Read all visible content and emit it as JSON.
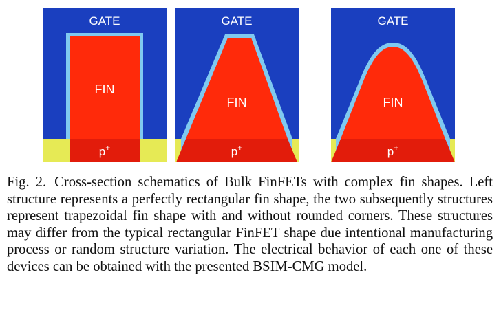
{
  "figure": {
    "panels": [
      {
        "gate_label": "GATE",
        "fin_label": "FIN",
        "substrate_label": "p",
        "substrate_sup": "+"
      },
      {
        "gate_label": "GATE",
        "fin_label": "FIN",
        "substrate_label": "p",
        "substrate_sup": "+"
      },
      {
        "gate_label": "GATE",
        "fin_label": "FIN",
        "substrate_label": "p",
        "substrate_sup": "+"
      }
    ],
    "colors": {
      "gate": "#1a3fbf",
      "fin": "#ff2a0a",
      "fin_lower": "#e21c0b",
      "liner": "#7fc9f0",
      "substrate": "#e6ea55"
    }
  },
  "caption": {
    "number": "Fig. 2.",
    "text": "Cross-section schematics of Bulk FinFETs with complex fin shapes. Left structure represents a perfectly rectangular fin shape, the two subsequently structures represent trapezoidal fin shape with and without rounded corners. These structures may differ from the typical rectangular FinFET shape due intentional manufacturing process or random structure variation. The electrical behavior of each one of these devices can be obtained with the presented BSIM-CMG model."
  }
}
